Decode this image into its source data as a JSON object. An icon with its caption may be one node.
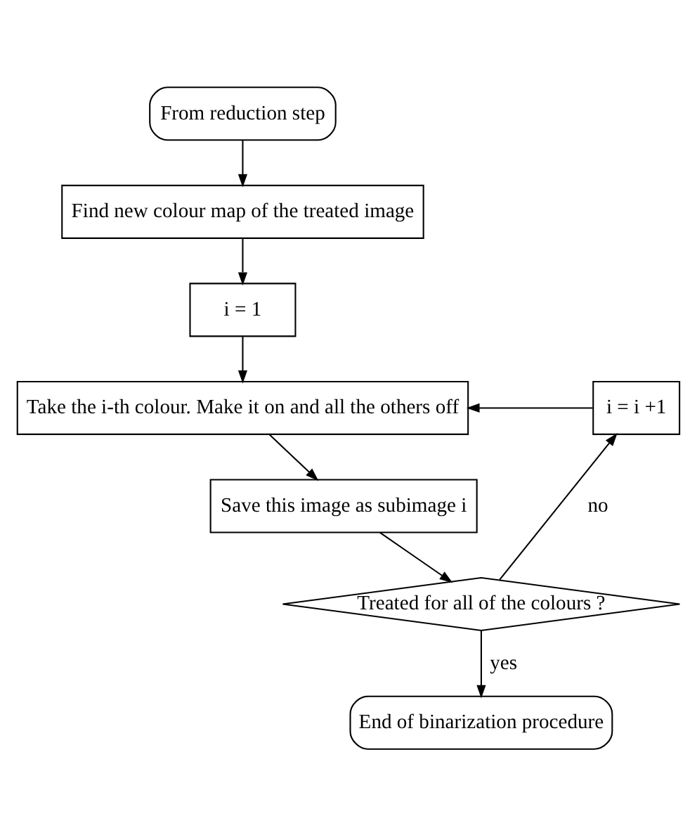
{
  "diagram": {
    "nodes": [
      {
        "text": [
          "From reduction step"
        ]
      },
      {
        "text": [
          "Find new colour map of the treated image"
        ]
      },
      {
        "text": [
          "i = 1"
        ]
      },
      {
        "text": [
          "Take the i-th colour. Make it on and all the others off"
        ]
      },
      {
        "text": [
          "Save this image as subimage i"
        ]
      },
      {
        "text": [
          "Treated for all of the colours ?"
        ]
      },
      {
        "text": [
          "End of binarization procedure"
        ]
      },
      {
        "text": [
          "i = i +1"
        ]
      }
    ],
    "edges": [
      {
        "from": 0,
        "to": 1,
        "arrow": "to"
      },
      {
        "from": 1,
        "to": 2,
        "arrow": "to"
      },
      {
        "from": 2,
        "to": 3,
        "arrow": "to"
      },
      {
        "from": 3,
        "to": 4,
        "arrow": "to"
      },
      {
        "from": 4,
        "to": 5,
        "arrow": "to"
      },
      {
        "from": 5,
        "to": 6,
        "label": "yes",
        "arrow": "to"
      },
      {
        "from": 5,
        "to": 7,
        "label": "no",
        "arrow": "to"
      },
      {
        "from": 7,
        "to": 3,
        "arrow": "to"
      }
    ]
  }
}
